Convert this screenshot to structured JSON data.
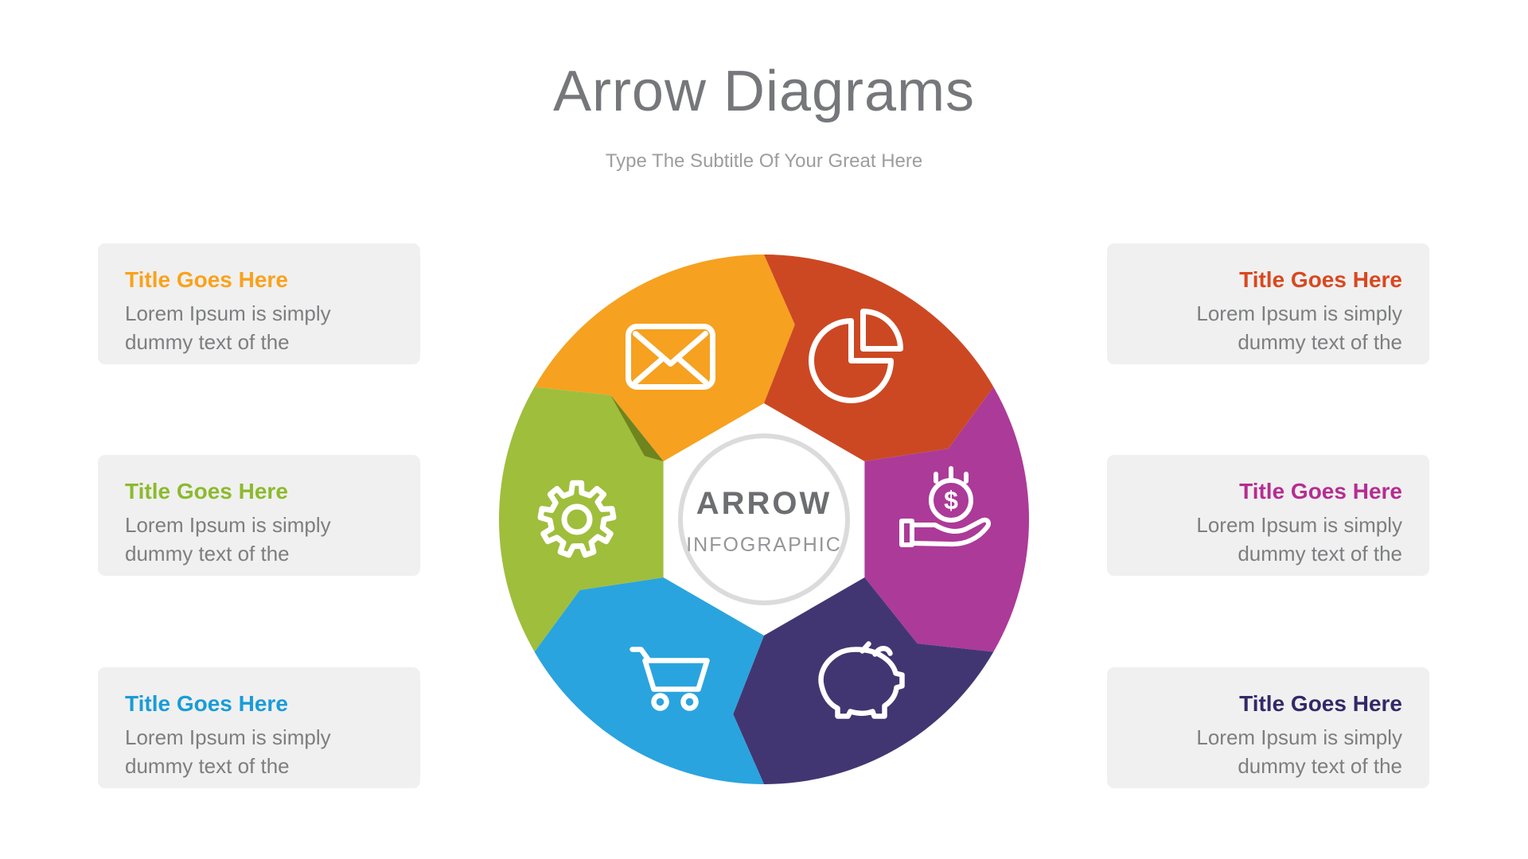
{
  "header": {
    "title": "Arrow Diagrams",
    "subtitle": "Type The Subtitle Of Your Great Here"
  },
  "center": {
    "title": "ARROW",
    "subtitle": "INFOGRAPHIC"
  },
  "colors": {
    "card_bg": "#F0F0F0",
    "body_text": "#7D7E80",
    "heading": "#76777B",
    "subtitle": "#9C9DA0",
    "center_title": "#6D6E71",
    "center_subtitle": "#939598",
    "ring": "#DBDBDB",
    "fold_shadow": "#6F831F",
    "icon_stroke": "#FFFFFF"
  },
  "diagram": {
    "type": "arrow-cycle-wheel",
    "segments": [
      {
        "id": "mail",
        "icon": "envelope-icon",
        "color": "#F6A120",
        "angle_center": 120
      },
      {
        "id": "pie",
        "icon": "pie-chart-icon",
        "color": "#CC4823",
        "angle_center": 60
      },
      {
        "id": "money",
        "icon": "money-hand-icon",
        "color": "#AC3A98",
        "angle_center": 0
      },
      {
        "id": "piggy",
        "icon": "piggy-bank-icon",
        "color": "#423672",
        "angle_center": -60
      },
      {
        "id": "cart",
        "icon": "cart-icon",
        "color": "#2AA4DE",
        "angle_center": -120
      },
      {
        "id": "gear",
        "icon": "gear-icon",
        "color": "#9FBE3C",
        "angle_center": 180
      }
    ]
  },
  "cards": [
    {
      "side": "left",
      "title": "Title Goes Here",
      "title_color": "#F9A21C",
      "body": "Lorem Ipsum is simply dummy text of the"
    },
    {
      "side": "left",
      "title": "Title Goes Here",
      "title_color": "#8CBA2E",
      "body": "Lorem Ipsum is simply dummy text of the"
    },
    {
      "side": "left",
      "title": "Title Goes Here",
      "title_color": "#199CD8",
      "body": "Lorem Ipsum is simply dummy text of the"
    },
    {
      "side": "right",
      "title": "Title Goes Here",
      "title_color": "#D9481F",
      "body": "Lorem Ipsum is simply dummy text of the"
    },
    {
      "side": "right",
      "title": "Title Goes Here",
      "title_color": "#B52D92",
      "body": "Lorem Ipsum is simply dummy text of the"
    },
    {
      "side": "right",
      "title": "Title Goes Here",
      "title_color": "#322968",
      "body": "Lorem Ipsum is simply dummy text of the"
    }
  ]
}
